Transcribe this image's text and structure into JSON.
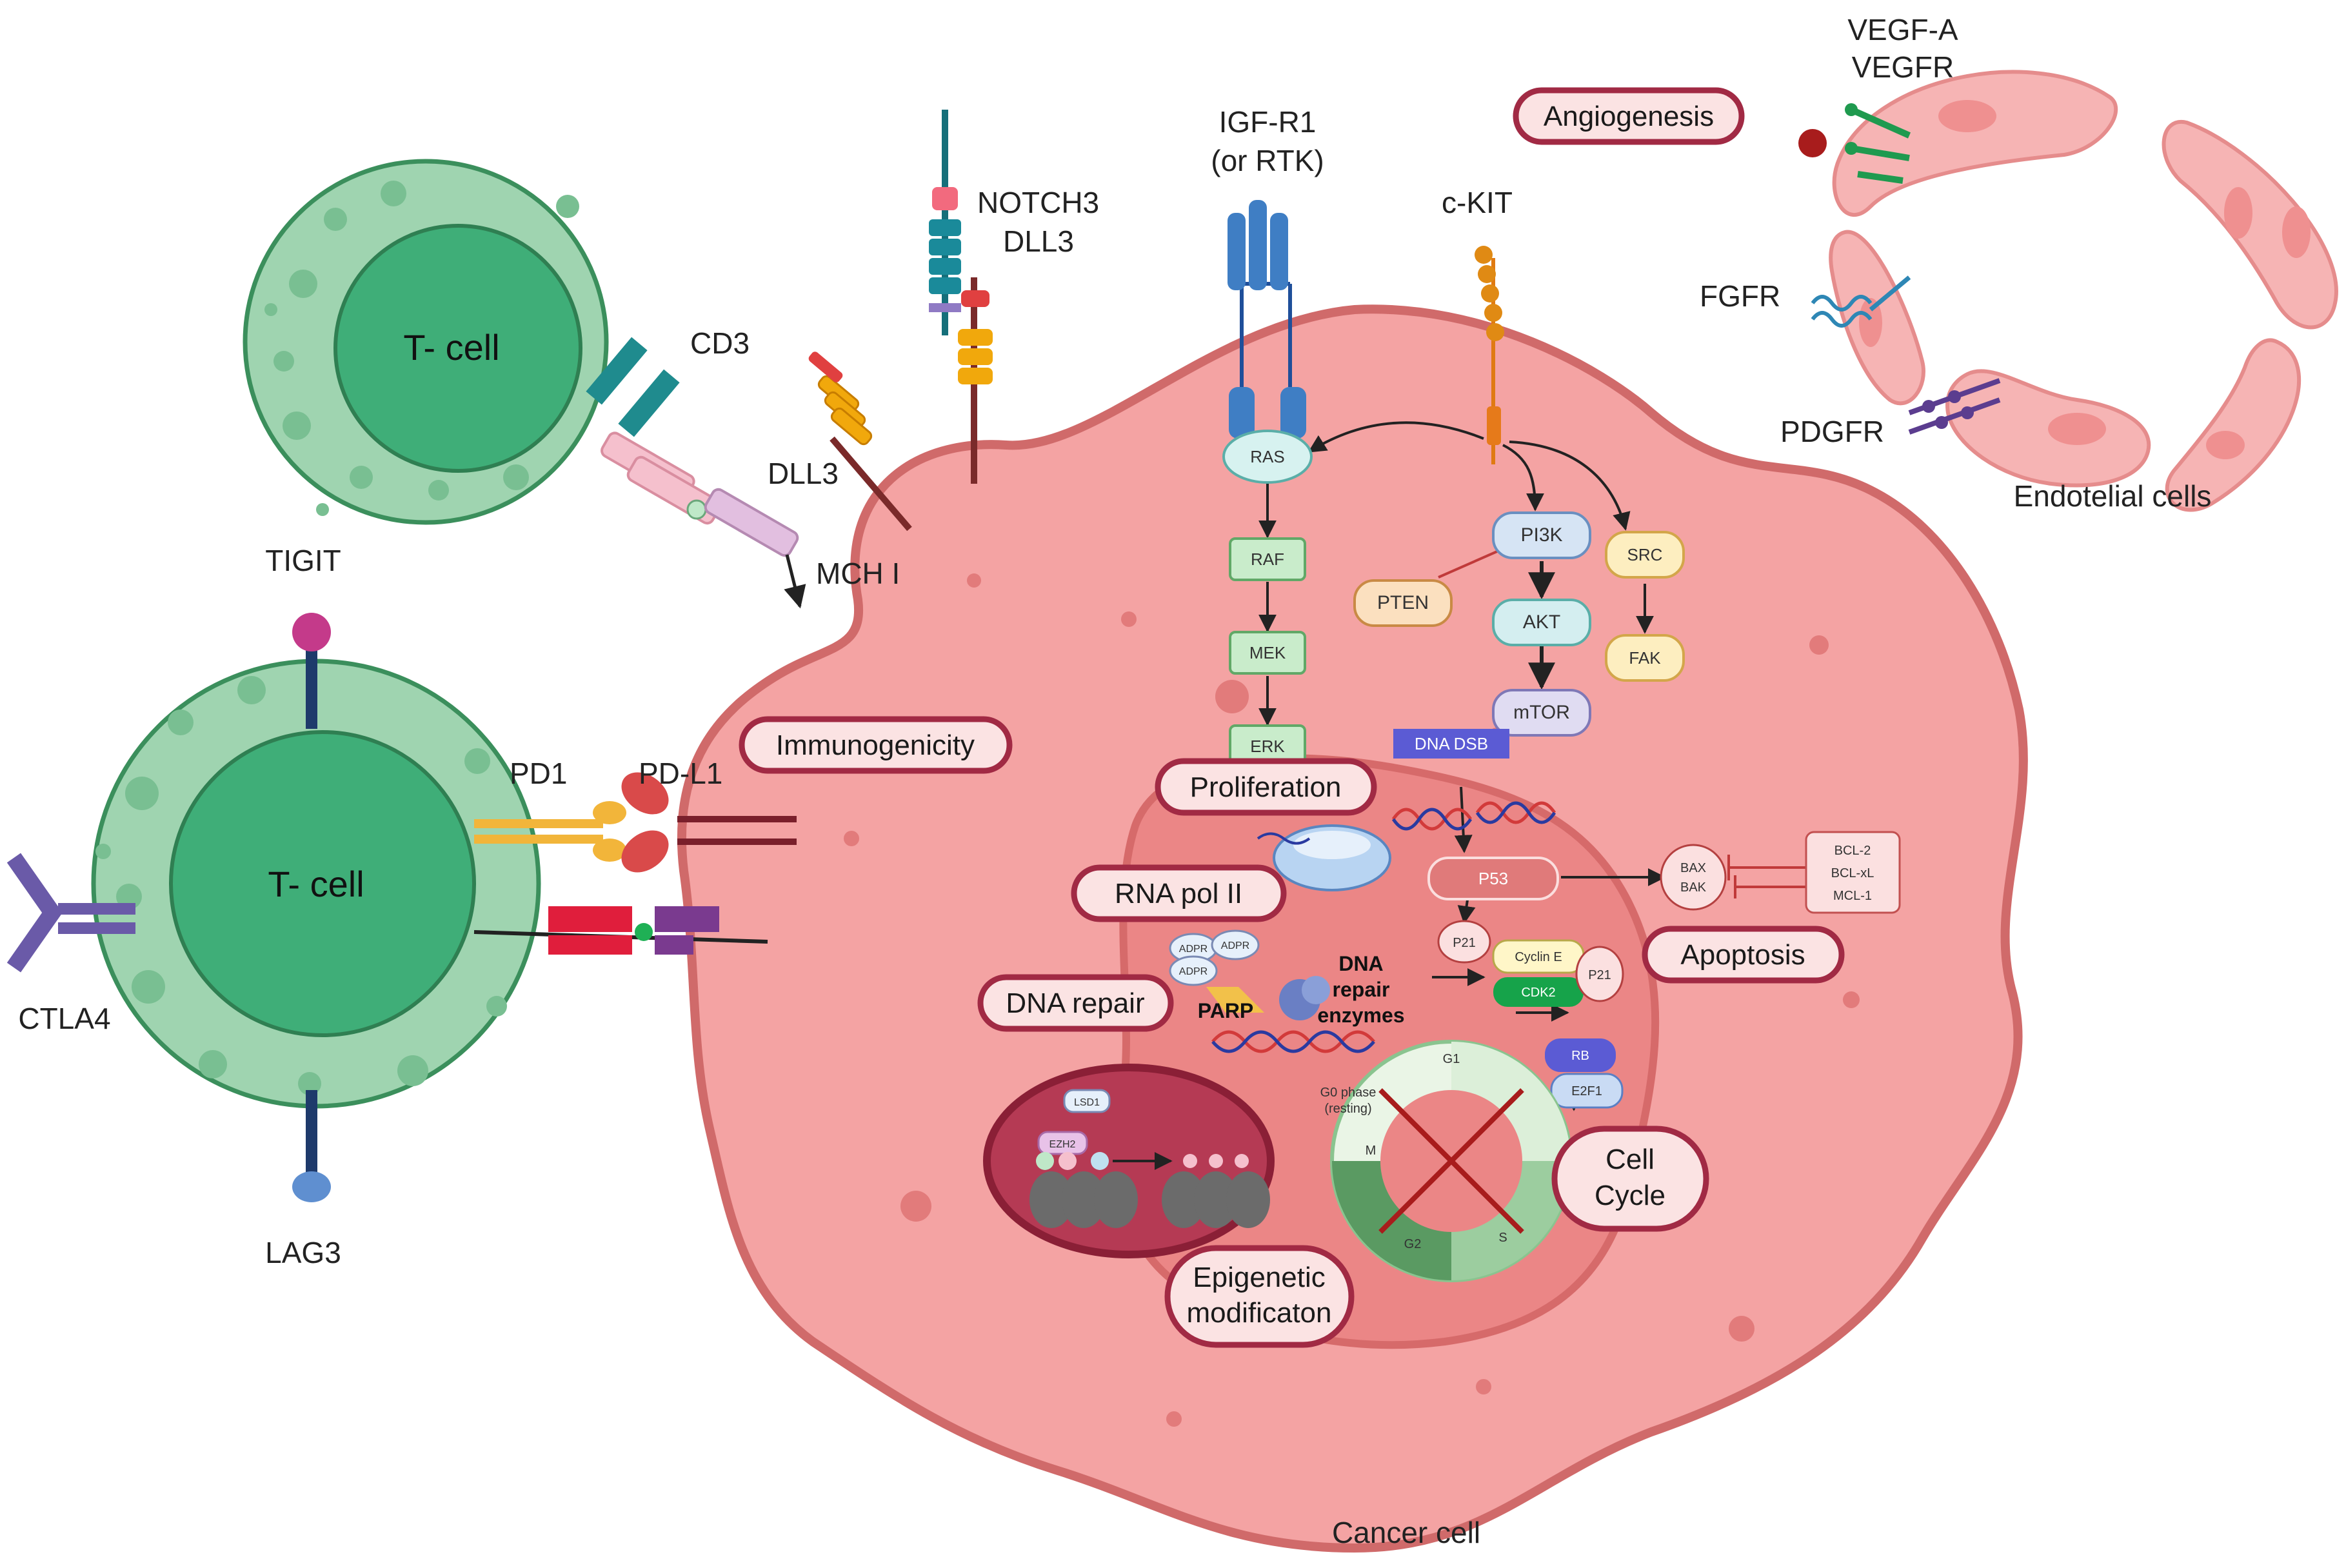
{
  "colors": {
    "cancer_fill": "#f4a3a3",
    "cancer_stroke": "#d06a6a",
    "nucleus_fill": "#eb8686",
    "tcell_outer": "#9fd4b0",
    "tcell_inner": "#3fae78",
    "tcell_stroke": "#3b8f5c",
    "endothelial_fill": "#f6b4b4",
    "endothelial_stroke": "#e58c8c",
    "pill_stroke": "#a12a44",
    "pill_fill": "#fbe3e3"
  },
  "tcell_top": {
    "label": "T- cell"
  },
  "tcell_bottom": {
    "label": "T- cell"
  },
  "receptors": {
    "cd3": "CD3",
    "tigit": "TIGIT",
    "ctla4": "CTLA4",
    "lag3": "LAG3",
    "pd1": "PD1",
    "pdl1": "PD-L1",
    "mch1": "MCH I",
    "dll3_left": "DLL3",
    "notch3": "NOTCH3",
    "dll3_top": "DLL3",
    "igfr_line1": "IGF-R1",
    "igfr_line2": "(or RTK)",
    "ckit": "c-KIT",
    "vegfa": "VEGF-A",
    "vegfr": "VEGFR",
    "fgfr": "FGFR",
    "pdgfr": "PDGFR"
  },
  "process_labels": {
    "angiogenesis": "Angiogenesis",
    "immunogenicity": "Immunogenicity",
    "proliferation": "Proliferation",
    "rna_pol": "RNA pol II",
    "dna_repair": "DNA repair",
    "apoptosis": "Apoptosis",
    "cell_cycle_line1": "Cell",
    "cell_cycle_line2": "Cycle",
    "epigenetic_line1": "Epigenetic",
    "epigenetic_line2": "modificaton"
  },
  "pathway_nodes": {
    "ras": "RAS",
    "raf": "RAF",
    "mek": "MEK",
    "erk": "ERK",
    "pi3k": "PI3K",
    "akt": "AKT",
    "mtor": "mTOR",
    "pten": "PTEN",
    "src": "SRC",
    "fak": "FAK",
    "p53": "P53",
    "p21_a": "P21",
    "p21_b": "P21",
    "cyclin_e": "Cyclin E",
    "cdk2": "CDK2",
    "rb": "RB",
    "e2f1": "E2F1",
    "bax": "BAX",
    "bak": "BAK",
    "bcl2": "BCL-2",
    "bclxl": "BCL-xL",
    "mcl1": "MCL-1",
    "dna_dsb": "DNA DSB",
    "lsd1": "LSD1",
    "ezh2": "EZH2",
    "adpr_1": "ADPR",
    "adpr_2": "ADPR",
    "adpr_3": "ADPR"
  },
  "dna_repair_labels": {
    "parp": "PARP",
    "enzymes_line1": "DNA",
    "enzymes_line2": "repair",
    "enzymes_line3": "enzymes"
  },
  "cycle_phases": {
    "g1": "G1",
    "g0_line1": "G0 phase",
    "g0_line2": "(resting)",
    "m": "M",
    "s": "S",
    "g2": "G2"
  },
  "cell_names": {
    "cancer": "Cancer cell",
    "endothelial": "Endotelial  cells"
  }
}
